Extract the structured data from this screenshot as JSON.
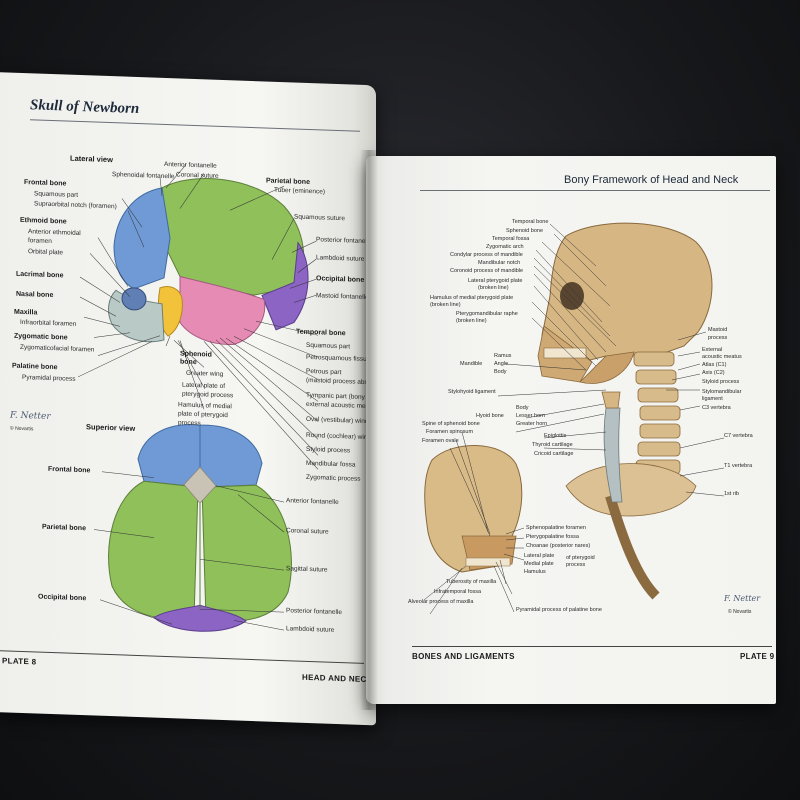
{
  "left_page": {
    "title": "Skull of Newborn",
    "lateral_view": {
      "heading": "Lateral view",
      "labels": {
        "anterior_fontanelle": "Anterior fontanelle",
        "sphenoidal_fontanelle": "Sphenoidal fontanelle",
        "coronal_suture": "Coronal suture",
        "parietal_bone": "Parietal bone",
        "tuber_eminence": "Tuber (eminence)",
        "frontal_bone": "Frontal bone",
        "squamous_part": "Squamous part",
        "supraorbital_notch": "Supraorbital notch (foramen)",
        "squamous_suture": "Squamous suture",
        "ethmoid_bone": "Ethmoid bone",
        "anterior_ethmoidal": "Anterior ethmoidal",
        "foramen": "foramen",
        "orbital_plate": "Orbital plate",
        "posterior_fontanelle": "Posterior fontanelle",
        "lambdoid_suture": "Lambdoid suture",
        "occipital_bone": "Occipital bone",
        "lacrimal_bone": "Lacrimal bone",
        "mastoid_fontanelle": "Mastoid fontanelle",
        "nasal_bone": "Nasal bone",
        "maxilla": "Maxilla",
        "infraorbital_foramen": "Infraorbital foramen",
        "temporal_bone": "Temporal bone",
        "squamous_part_2": "Squamous part",
        "zygomatic_bone": "Zygomatic bone",
        "petrosquamous_fissure": "Petrosquamous fissure",
        "zygomaticofacial_foramen": "Zygomaticofacial foramen",
        "petrous_part": "Petrous part",
        "mastoid_process_absent": "(mastoid process absent)",
        "palatine_bone": "Palatine bone",
        "sphenoid_bone": "Sphenoid",
        "bone": "bone",
        "pyramidal_process": "Pyramidal process",
        "greater_wing": "Greater wing",
        "tympanic_part": "Tympanic part (bony",
        "external_acoustic": "external acoustic meatus absent)",
        "lateral_plate": "Lateral plate of",
        "pterygoid_process": "pterygoid process",
        "oval_foramen": "Oval (vestibular) window",
        "hamulus": "Hamulus of medial",
        "plate_of_pterygoid": "plate of pterygoid",
        "process": "process",
        "round_window": "Round (cochlear) window",
        "styloid_process": "Styloid process",
        "mandibular_fossa": "Mandibular fossa",
        "zygomatic_process": "Zygomatic process"
      }
    },
    "superior_view": {
      "heading": "Superior view",
      "labels": {
        "frontal_bone": "Frontal bone",
        "anterior_fontanelle": "Anterior fontanelle",
        "coronal_suture": "Coronal suture",
        "parietal_bone": "Parietal bone",
        "sagittal_suture": "Sagittal suture",
        "occipital_bone": "Occipital bone",
        "posterior_fontanelle": "Posterior fontanelle",
        "lambdoid_suture": "Lambdoid suture"
      }
    },
    "signature": "F. Netter",
    "copyright": "© Novartis",
    "footer_left": "PLATE 8",
    "footer_right": "HEAD AND NECK"
  },
  "right_page": {
    "title": "Bony Framework of Head and Neck",
    "labels": {
      "temporal_bone": "Temporal bone",
      "sphenoid_bone": "Sphenoid bone",
      "temporal_fossa": "Temporal fossa",
      "zygomatic_arch": "Zygomatic arch",
      "condylar_process": "Condylar process of mandible",
      "mandibular_notch": "Mandibular notch",
      "coronoid_process": "Coronoid process of mandible",
      "lateral_pterygoid_plate": "Lateral pterygoid plate",
      "dotted_line": "(broken line)",
      "hamulus_medial": "Hamulus of medial pterygoid plate",
      "broken_line": "(broken line)",
      "pterygomandibular_raphe": "Pterygomandibular raphe",
      "broken_line_2": "(broken line)",
      "mastoid_process": "Mastoid",
      "process": "process",
      "external_acoustic": "External",
      "acoustic_meatus": "acoustic meatus",
      "atlas": "Atlas (C1)",
      "axis": "Axis (C2)",
      "styloid_process": "Styloid process",
      "stylomandibular": "Stylomandibular",
      "ligament": "ligament",
      "c3_vertebra": "C3 vertebra",
      "mandible": "Mandible",
      "ramus": "Ramus",
      "angle": "Angle",
      "body": "Body",
      "stylohyoid_ligament": "Stylohyoid ligament",
      "hyoid_bone": "Hyoid bone",
      "hyoid_body": "Body",
      "lesser_horn": "Lesser horn",
      "greater_horn": "Greater horn",
      "spine_of_sphenoid": "Spine of sphenoid bone",
      "foramen_spinosum": "Foramen spinosum",
      "foramen_ovale": "Foramen ovale",
      "epiglottis": "Epiglottis",
      "thyroid_cartilage": "Thyroid cartilage",
      "cricoid_cartilage": "Cricoid cartilage",
      "c7_vertebra": "C7 vertebra",
      "t1_vertebra": "T1 vertebra",
      "first_rib": "1st rib",
      "sphenopalatine_foramen": "Sphenopalatine foramen",
      "pterygopalatine_fossa": "Pterygopalatine fossa",
      "choanae": "Choanae (posterior nares)",
      "lateral_plate": "Lateral plate",
      "medial_plate": "Medial plate",
      "of_pterygoid": "of pterygoid",
      "process_2": "process",
      "hamulus": "Hamulus",
      "tuberosity_maxilla": "Tuberosity of maxilla",
      "infratemporal_fossa": "Infratemporal fossa",
      "alveolar_process": "Alveolar process of maxilla",
      "pyramidal_process": "Pyramidal process of palatine bone"
    },
    "signature": "F. Netter",
    "copyright": "© Novartis",
    "footer_left": "BONES AND LIGAMENTS",
    "footer_right": "PLATE 9"
  },
  "colors": {
    "frontal_blue": "#6f9ad6",
    "parietal_green": "#8fc05a",
    "occipital_purple": "#8b64c4",
    "sphenoid_yellow": "#f2c23a",
    "temporal_pink": "#e68cb4",
    "bone_tan": "#d6b683",
    "page_bg": "#f4f4f1",
    "desk_dark": "#1a1b1f"
  }
}
